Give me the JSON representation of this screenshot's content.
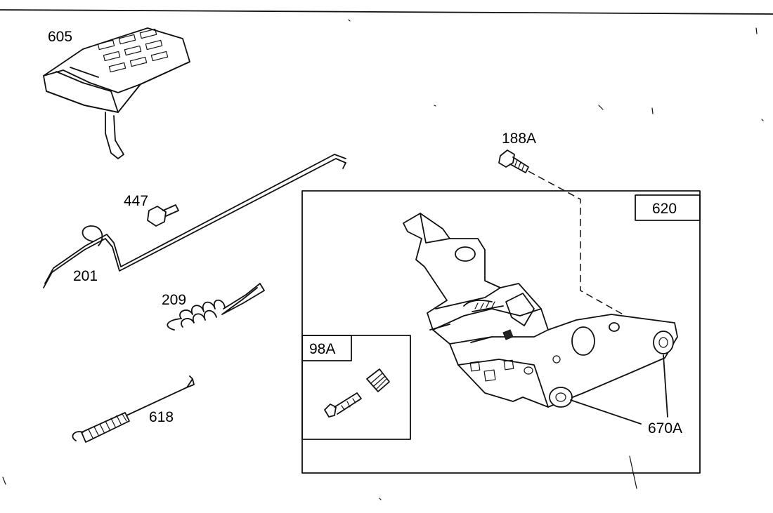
{
  "parts": {
    "p605": "605",
    "p188a": "188A",
    "p447": "447",
    "p201": "201",
    "p209": "209",
    "p618": "618",
    "p620": "620",
    "p98a": "98A",
    "p670a": "670A"
  }
}
